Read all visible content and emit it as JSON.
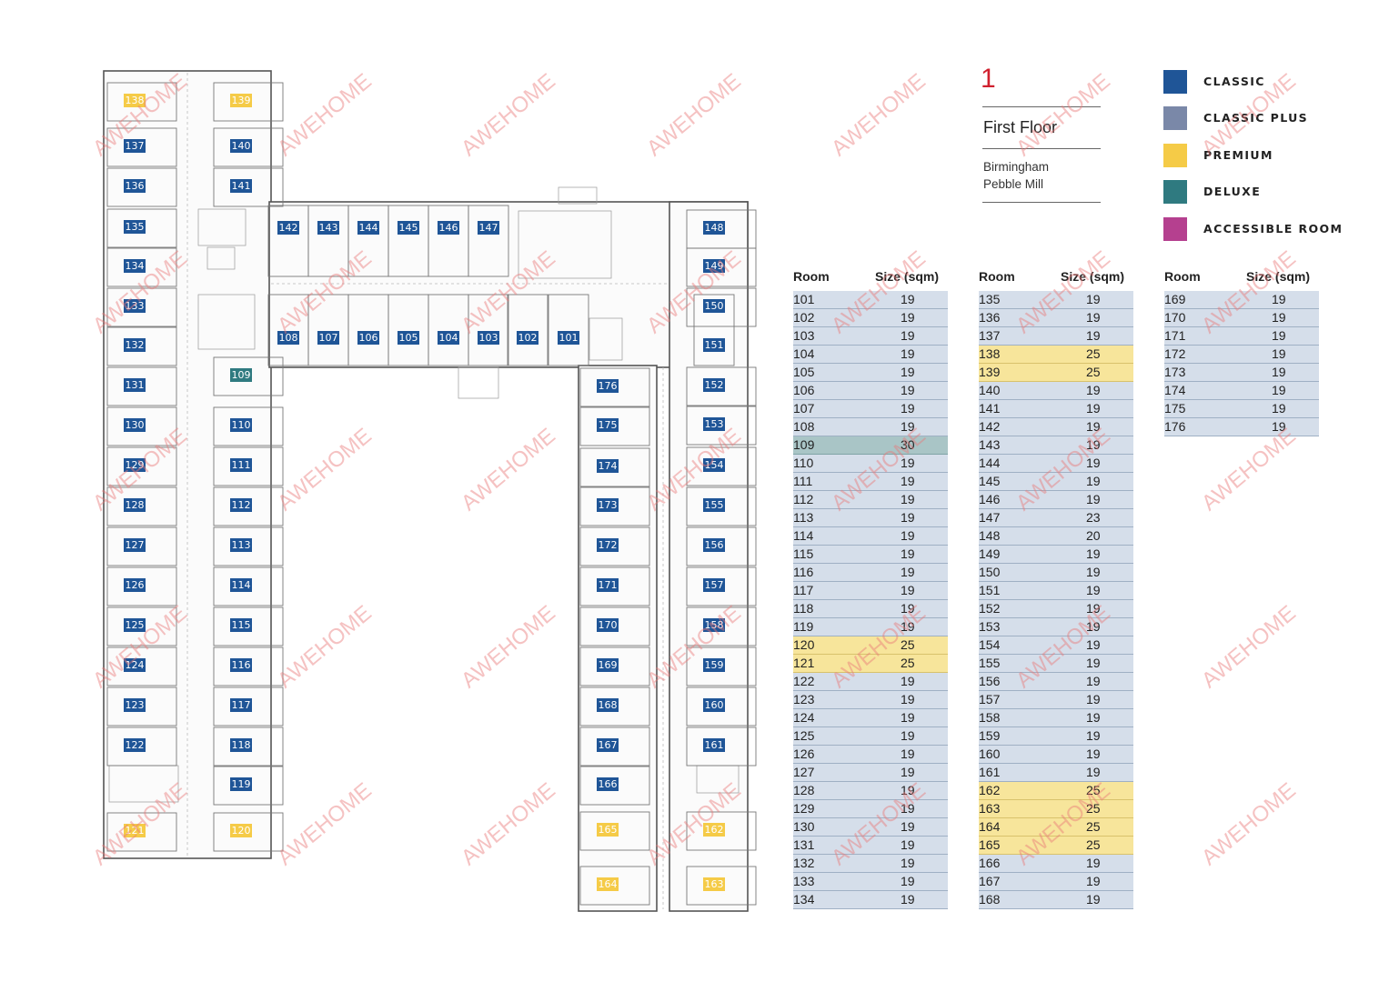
{
  "header": {
    "floor_number": "1",
    "floor_name": "First Floor",
    "location_line1": "Birmingham",
    "location_line2": "Pebble Mill"
  },
  "legend": [
    {
      "label": "CLASSIC",
      "color": "#1f5597"
    },
    {
      "label": "CLASSIC PLUS",
      "color": "#7a88a8"
    },
    {
      "label": "PREMIUM",
      "color": "#f5cb47"
    },
    {
      "label": "DELUXE",
      "color": "#2f7a80"
    },
    {
      "label": "ACCESSIBLE ROOM",
      "color": "#b5408f"
    }
  ],
  "colors": {
    "classic": "#1f5597",
    "premium": "#f5cb47",
    "deluxe": "#2f7a80",
    "accent": "#d0202e",
    "watermark": "#e87878"
  },
  "table_headers": {
    "room": "Room",
    "size": "Size (sqm)"
  },
  "tables": [
    [
      {
        "room": "101",
        "size": "19",
        "type": "classic"
      },
      {
        "room": "102",
        "size": "19",
        "type": "classic"
      },
      {
        "room": "103",
        "size": "19",
        "type": "classic"
      },
      {
        "room": "104",
        "size": "19",
        "type": "classic"
      },
      {
        "room": "105",
        "size": "19",
        "type": "classic"
      },
      {
        "room": "106",
        "size": "19",
        "type": "classic"
      },
      {
        "room": "107",
        "size": "19",
        "type": "classic"
      },
      {
        "room": "108",
        "size": "19",
        "type": "classic"
      },
      {
        "room": "109",
        "size": "30",
        "type": "deluxe"
      },
      {
        "room": "110",
        "size": "19",
        "type": "classic"
      },
      {
        "room": "111",
        "size": "19",
        "type": "classic"
      },
      {
        "room": "112",
        "size": "19",
        "type": "classic"
      },
      {
        "room": "113",
        "size": "19",
        "type": "classic"
      },
      {
        "room": "114",
        "size": "19",
        "type": "classic"
      },
      {
        "room": "115",
        "size": "19",
        "type": "classic"
      },
      {
        "room": "116",
        "size": "19",
        "type": "classic"
      },
      {
        "room": "117",
        "size": "19",
        "type": "classic"
      },
      {
        "room": "118",
        "size": "19",
        "type": "classic"
      },
      {
        "room": "119",
        "size": "19",
        "type": "classic"
      },
      {
        "room": "120",
        "size": "25",
        "type": "premium"
      },
      {
        "room": "121",
        "size": "25",
        "type": "premium"
      },
      {
        "room": "122",
        "size": "19",
        "type": "classic"
      },
      {
        "room": "123",
        "size": "19",
        "type": "classic"
      },
      {
        "room": "124",
        "size": "19",
        "type": "classic"
      },
      {
        "room": "125",
        "size": "19",
        "type": "classic"
      },
      {
        "room": "126",
        "size": "19",
        "type": "classic"
      },
      {
        "room": "127",
        "size": "19",
        "type": "classic"
      },
      {
        "room": "128",
        "size": "19",
        "type": "classic"
      },
      {
        "room": "129",
        "size": "19",
        "type": "classic"
      },
      {
        "room": "130",
        "size": "19",
        "type": "classic"
      },
      {
        "room": "131",
        "size": "19",
        "type": "classic"
      },
      {
        "room": "132",
        "size": "19",
        "type": "classic"
      },
      {
        "room": "133",
        "size": "19",
        "type": "classic"
      },
      {
        "room": "134",
        "size": "19",
        "type": "classic"
      }
    ],
    [
      {
        "room": "135",
        "size": "19",
        "type": "classic"
      },
      {
        "room": "136",
        "size": "19",
        "type": "classic"
      },
      {
        "room": "137",
        "size": "19",
        "type": "classic"
      },
      {
        "room": "138",
        "size": "25",
        "type": "premium"
      },
      {
        "room": "139",
        "size": "25",
        "type": "premium"
      },
      {
        "room": "140",
        "size": "19",
        "type": "classic"
      },
      {
        "room": "141",
        "size": "19",
        "type": "classic"
      },
      {
        "room": "142",
        "size": "19",
        "type": "classic"
      },
      {
        "room": "143",
        "size": "19",
        "type": "classic"
      },
      {
        "room": "144",
        "size": "19",
        "type": "classic"
      },
      {
        "room": "145",
        "size": "19",
        "type": "classic"
      },
      {
        "room": "146",
        "size": "19",
        "type": "classic"
      },
      {
        "room": "147",
        "size": "23",
        "type": "classic"
      },
      {
        "room": "148",
        "size": "20",
        "type": "classic"
      },
      {
        "room": "149",
        "size": "19",
        "type": "classic"
      },
      {
        "room": "150",
        "size": "19",
        "type": "classic"
      },
      {
        "room": "151",
        "size": "19",
        "type": "classic"
      },
      {
        "room": "152",
        "size": "19",
        "type": "classic"
      },
      {
        "room": "153",
        "size": "19",
        "type": "classic"
      },
      {
        "room": "154",
        "size": "19",
        "type": "classic"
      },
      {
        "room": "155",
        "size": "19",
        "type": "classic"
      },
      {
        "room": "156",
        "size": "19",
        "type": "classic"
      },
      {
        "room": "157",
        "size": "19",
        "type": "classic"
      },
      {
        "room": "158",
        "size": "19",
        "type": "classic"
      },
      {
        "room": "159",
        "size": "19",
        "type": "classic"
      },
      {
        "room": "160",
        "size": "19",
        "type": "classic"
      },
      {
        "room": "161",
        "size": "19",
        "type": "classic"
      },
      {
        "room": "162",
        "size": "25",
        "type": "premium"
      },
      {
        "room": "163",
        "size": "25",
        "type": "premium"
      },
      {
        "room": "164",
        "size": "25",
        "type": "premium"
      },
      {
        "room": "165",
        "size": "25",
        "type": "premium"
      },
      {
        "room": "166",
        "size": "19",
        "type": "classic"
      },
      {
        "room": "167",
        "size": "19",
        "type": "classic"
      },
      {
        "room": "168",
        "size": "19",
        "type": "classic"
      }
    ],
    [
      {
        "room": "169",
        "size": "19",
        "type": "classic"
      },
      {
        "room": "170",
        "size": "19",
        "type": "classic"
      },
      {
        "room": "171",
        "size": "19",
        "type": "classic"
      },
      {
        "room": "172",
        "size": "19",
        "type": "classic"
      },
      {
        "room": "173",
        "size": "19",
        "type": "classic"
      },
      {
        "room": "174",
        "size": "19",
        "type": "classic"
      },
      {
        "room": "175",
        "size": "19",
        "type": "classic"
      },
      {
        "room": "176",
        "size": "19",
        "type": "classic"
      }
    ]
  ],
  "plan_labels": [
    "101",
    "102",
    "103",
    "104",
    "105",
    "106",
    "107",
    "108",
    "109",
    "110",
    "111",
    "112",
    "113",
    "114",
    "115",
    "116",
    "117",
    "118",
    "119",
    "120",
    "121",
    "122",
    "123",
    "124",
    "125",
    "126",
    "127",
    "128",
    "129",
    "130",
    "131",
    "132",
    "133",
    "134",
    "135",
    "136",
    "137",
    "138",
    "139",
    "140",
    "141",
    "142",
    "143",
    "144",
    "145",
    "146",
    "147",
    "148",
    "149",
    "150",
    "151",
    "152",
    "153",
    "154",
    "155",
    "156",
    "157",
    "158",
    "159",
    "160",
    "161",
    "162",
    "163",
    "164",
    "165",
    "166",
    "167",
    "168",
    "169",
    "170",
    "171",
    "172",
    "173",
    "174",
    "175",
    "176"
  ],
  "watermark": "AWEHOME"
}
